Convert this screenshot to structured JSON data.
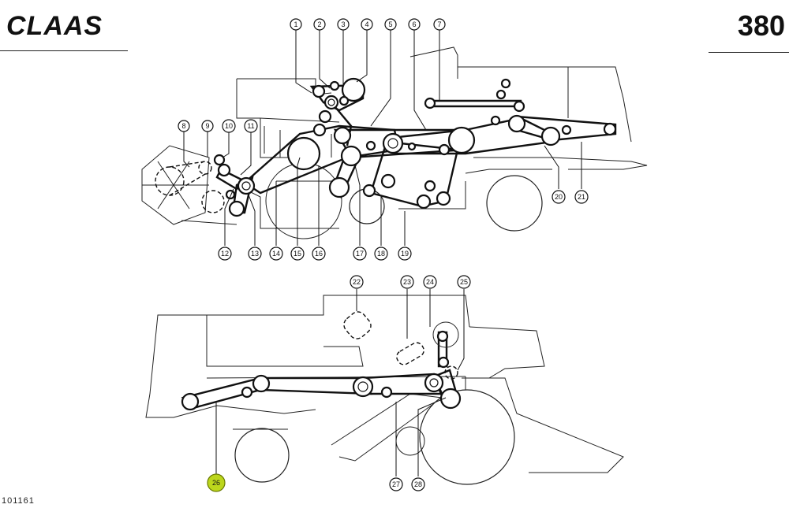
{
  "header": {
    "brand": "CLAAS",
    "page_number": "380"
  },
  "footer": {
    "drawing_code": "101161"
  },
  "top_callouts": [
    "1",
    "2",
    "3",
    "4",
    "5",
    "6",
    "7",
    "8",
    "9",
    "10",
    "11",
    "12",
    "13",
    "14",
    "15",
    "16",
    "17",
    "18",
    "19",
    "20",
    "21"
  ],
  "bottom_callouts": [
    "22",
    "23",
    "24",
    "25",
    "26",
    "27",
    "28"
  ],
  "highlighted_callout": "26",
  "colors": {
    "line": "#111111",
    "highlight": "#bcd61c",
    "background": "#ffffff"
  }
}
